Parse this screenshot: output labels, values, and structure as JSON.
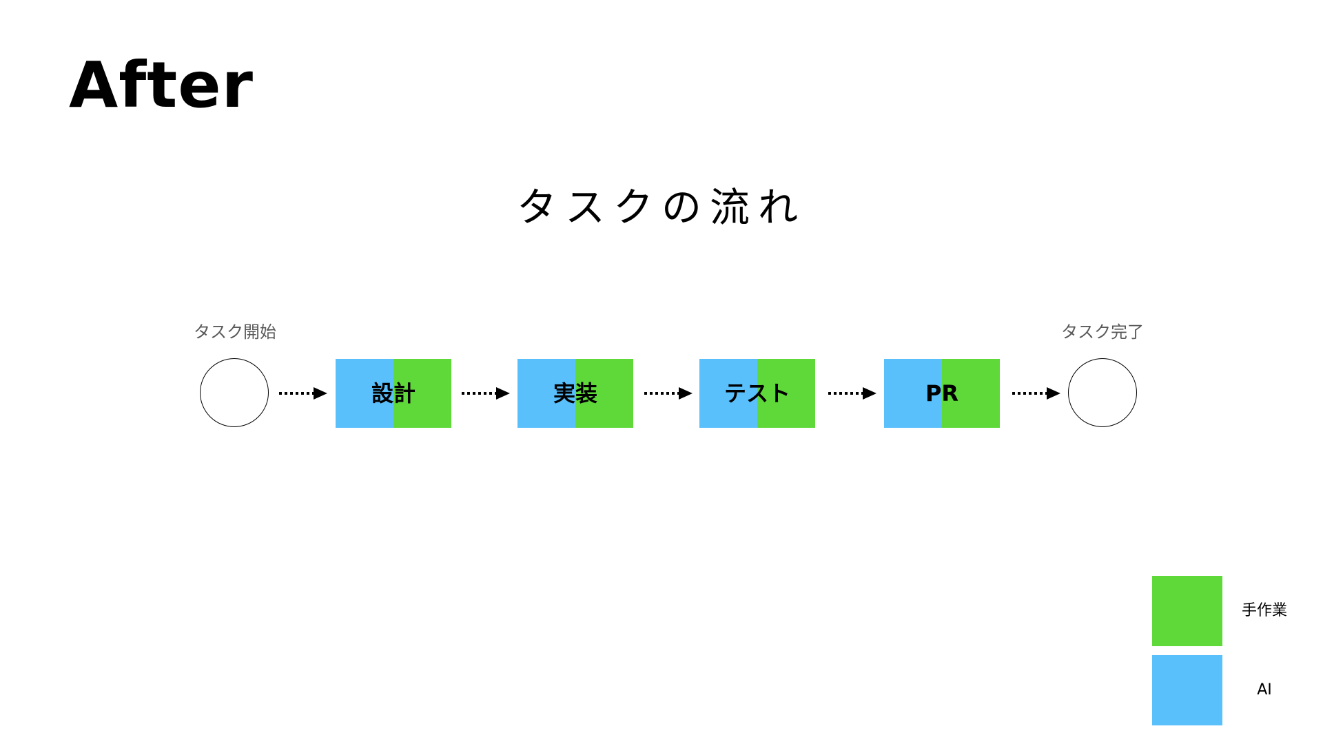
{
  "slide": {
    "title": "After"
  },
  "diagram": {
    "title": "タスクの流れ",
    "start_label": "タスク開始",
    "end_label": "タスク完了",
    "steps": [
      {
        "label": "設計"
      },
      {
        "label": "実装"
      },
      {
        "label": "テスト"
      },
      {
        "label": "PR"
      }
    ]
  },
  "legend": {
    "items": [
      {
        "label": "手作業",
        "color": "#5fd93a"
      },
      {
        "label": "AI",
        "color": "#5ac0fc"
      }
    ]
  },
  "colors": {
    "ai": "#5ac0fc",
    "manual": "#5fd93a"
  }
}
